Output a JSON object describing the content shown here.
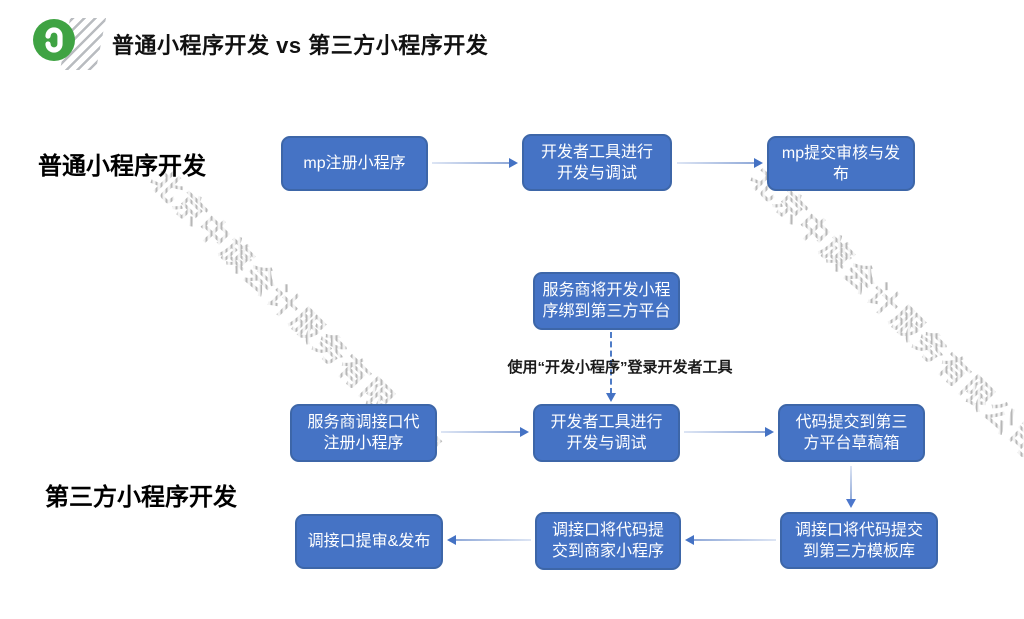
{
  "header": {
    "title": "普通小程序开发 vs 第三方小程序开发"
  },
  "watermark": {
    "text": "北京中旗会计服务有限公司"
  },
  "lanes": {
    "ordinary": {
      "label": "普通小程序开发"
    },
    "third_party": {
      "label": "第三方小程序开发"
    }
  },
  "nodes": {
    "mp_register": {
      "line1": "mp注册小程序",
      "line2": ""
    },
    "devtools_1": {
      "line1": "开发者工具进行",
      "line2": "开发与调试"
    },
    "mp_review": {
      "line1": "mp提交审核与发",
      "line2": "布"
    },
    "bind_platform": {
      "line1": "服务商将开发小程",
      "line2": "序绑到第三方平台"
    },
    "api_register": {
      "line1": "服务商调接口代",
      "line2": "注册小程序"
    },
    "devtools_2": {
      "line1": "开发者工具进行",
      "line2": "开发与调试"
    },
    "draft_box": {
      "line1": "代码提交到第三",
      "line2": "方平台草稿箱"
    },
    "template_lib": {
      "line1": "调接口将代码提交",
      "line2": "到第三方模板库"
    },
    "merchant_mp": {
      "line1": "调接口将代码提",
      "line2": "交到商家小程序"
    },
    "audit_publish": {
      "line1": "调接口提审&发布",
      "line2": ""
    }
  },
  "annotations": {
    "dashed_label": "使用“开发小程序”登录开发者工具"
  },
  "colors": {
    "node_fill": "#4573C5",
    "node_border": "#3D66A8",
    "node_text": "#FFFFFF",
    "arrow_shaft": "#90A9D8",
    "arrow_head": "#4472C4",
    "logo_green": "#3FA343",
    "watermark_gray": "#C9C9C9"
  }
}
